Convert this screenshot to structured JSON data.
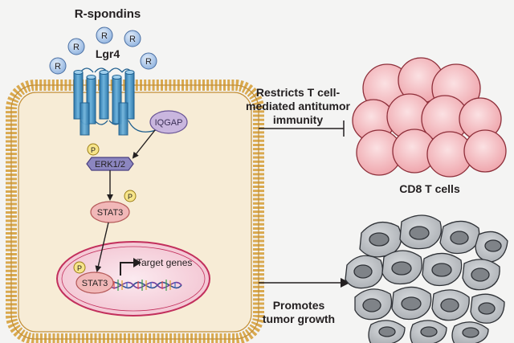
{
  "ligand": {
    "title": "R-spondins",
    "letter": "R"
  },
  "receptor": {
    "name": "Lgr4"
  },
  "molecules": {
    "iqgap": "IQGAP",
    "erk": "ERK1/2",
    "stat3": "STAT3",
    "stat3_nuclear": "STAT3",
    "phospho": "P"
  },
  "target_genes": "Target genes",
  "effects": {
    "restricts_line1": "Restricts T cell-",
    "restricts_line2": "mediated antitumor",
    "restricts_line3": "immunity",
    "promotes_line1": "Promotes",
    "promotes_line2": "tumor growth"
  },
  "cd8_label": "CD8 T cells",
  "colors": {
    "background": "#f4f4f3",
    "cell_fill": "#f7ecd6",
    "membrane": "#d9a94f",
    "receptor": "#4f97c4",
    "ligand": "#a9c6ea",
    "iqgap": "#c9b6de",
    "erk": "#8c86c0",
    "stat3": "#f1b8b8",
    "phospho": "#f7e58a",
    "nucleus": "#f6d3dc",
    "cd8": "#f3b7bd",
    "tumor": "#c4c7cb"
  }
}
